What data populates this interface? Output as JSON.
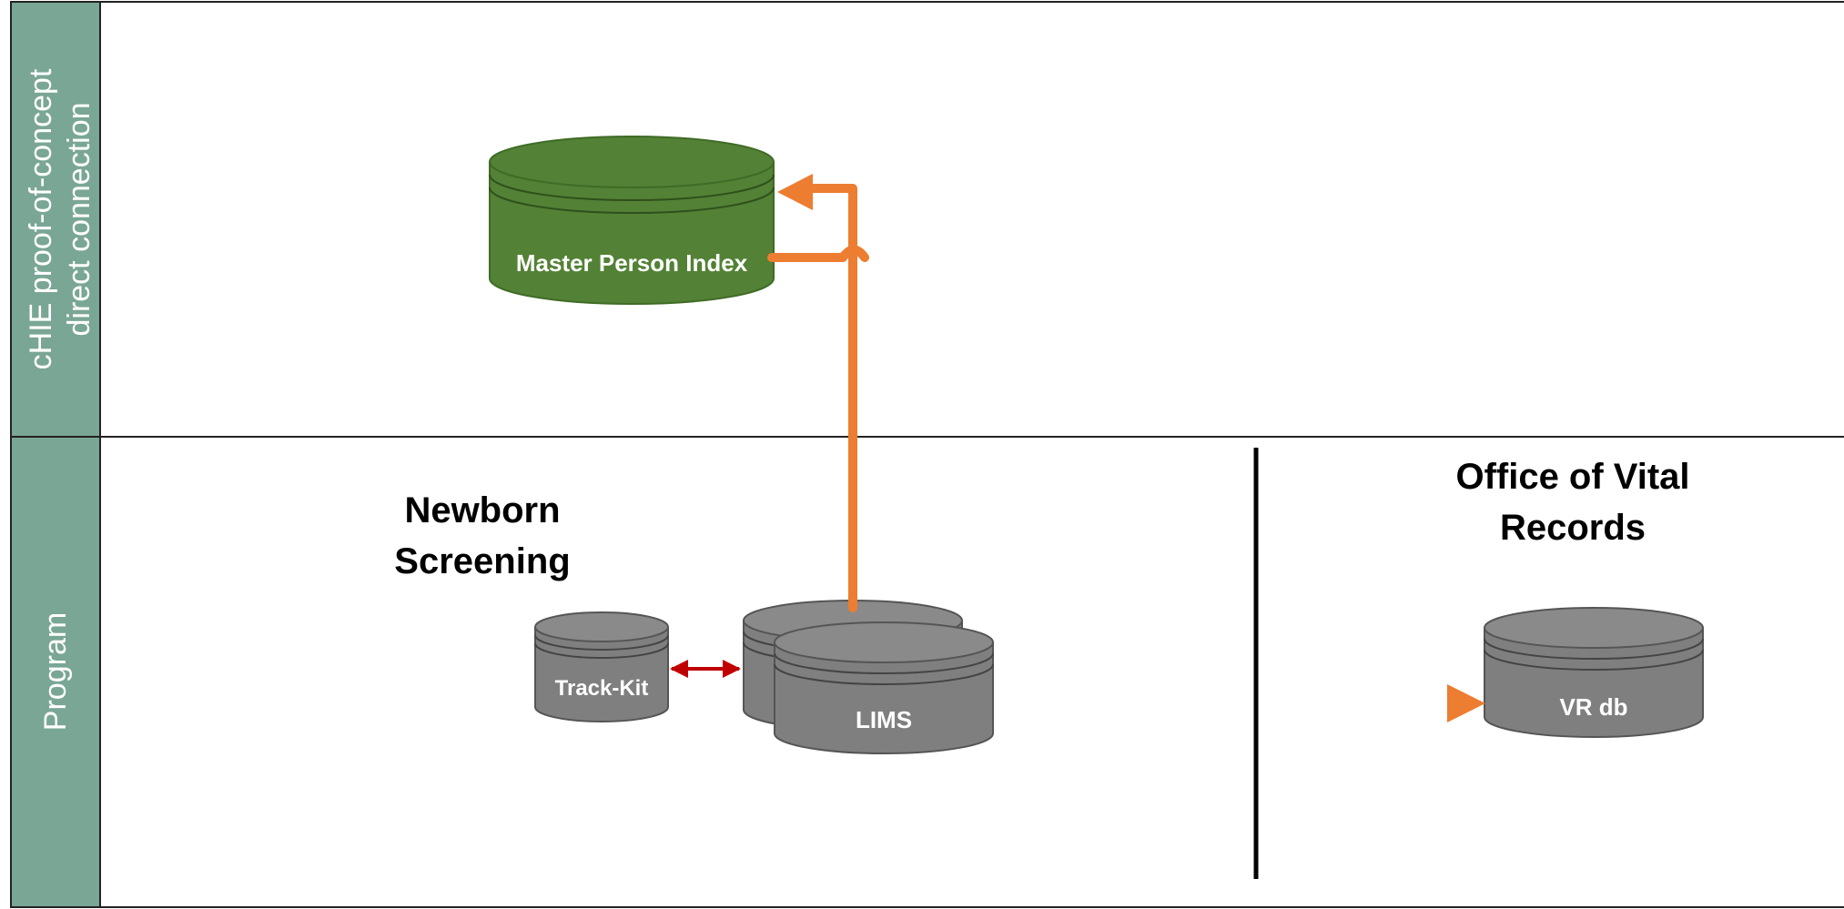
{
  "lanes": [
    {
      "label_line1": "cHIE proof-of-concept",
      "label_line2": "direct connection"
    },
    {
      "label": "Program"
    }
  ],
  "groups": {
    "newborn": {
      "line1": "Newborn",
      "line2": "Screening"
    },
    "vital": {
      "line1": "Office of Vital",
      "line2": "Records"
    }
  },
  "databases": {
    "mpi": {
      "label": "Master Person Index",
      "color": "#538135"
    },
    "trackkit": {
      "label": "Track-Kit",
      "color": "#7f7f7f"
    },
    "lims": {
      "label": "LIMS",
      "color": "#7f7f7f"
    },
    "vrdb": {
      "label": "VR db",
      "color": "#7f7f7f"
    }
  },
  "colors": {
    "lane_header": "#7aa695",
    "connector": "#ed7d31",
    "bidirectional": "#c00000"
  }
}
